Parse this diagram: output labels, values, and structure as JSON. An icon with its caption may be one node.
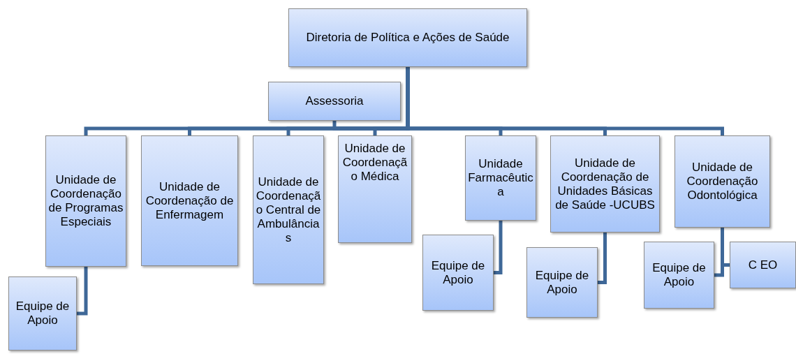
{
  "diagram": {
    "nodes": [
      {
        "text": [
          "Diretoria de Política e Ações de Saúde"
        ]
      },
      {
        "text": [
          "Assessoria"
        ]
      },
      {
        "text": [
          "Unidade de Coordenação de Programas Especiais"
        ]
      },
      {
        "text": [
          "Unidade de Coordenação de Enfermagem"
        ]
      },
      {
        "text": [
          "Unidade de Coordenação Central de Ambulâncias"
        ]
      },
      {
        "text": [
          "Unidade de Coordenação Médica"
        ]
      },
      {
        "text": [
          "Unidade Farmacêutica"
        ]
      },
      {
        "text": [
          "Unidade de Coordenação de Unidades Básicas de Saúde -UCUBS"
        ]
      },
      {
        "text": [
          "Unidade de Coordenação Odontológica"
        ]
      },
      {
        "text": [
          "Equipe de Apoio"
        ]
      },
      {
        "text": [
          "Equipe de Apoio"
        ]
      },
      {
        "text": [
          "Equipe de Apoio"
        ]
      },
      {
        "text": [
          "Equipe de Apoio"
        ]
      },
      {
        "text": [
          "C EO"
        ]
      }
    ],
    "edges": [
      {
        "from": 0,
        "to": 1,
        "arrow": "none"
      },
      {
        "from": 0,
        "to": 2,
        "arrow": "none"
      },
      {
        "from": 0,
        "to": 3,
        "arrow": "none"
      },
      {
        "from": 0,
        "to": 4,
        "arrow": "none"
      },
      {
        "from": 0,
        "to": 5,
        "arrow": "none"
      },
      {
        "from": 0,
        "to": 6,
        "arrow": "none"
      },
      {
        "from": 0,
        "to": 7,
        "arrow": "none"
      },
      {
        "from": 0,
        "to": 8,
        "arrow": "none"
      },
      {
        "from": 2,
        "to": 9,
        "arrow": "none"
      },
      {
        "from": 6,
        "to": 10,
        "arrow": "none"
      },
      {
        "from": 7,
        "to": 11,
        "arrow": "none"
      },
      {
        "from": 8,
        "to": 12,
        "arrow": "none"
      },
      {
        "from": 8,
        "to": 13,
        "arrow": "none"
      }
    ]
  }
}
